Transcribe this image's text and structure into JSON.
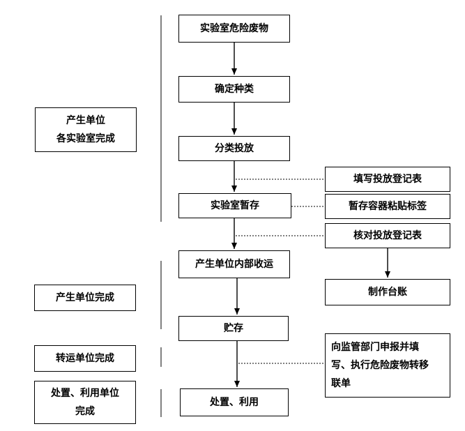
{
  "main_flow": [
    {
      "id": "waste",
      "label": "实验室危险废物"
    },
    {
      "id": "classify",
      "label": "确定种类"
    },
    {
      "id": "sort",
      "label": "分类投放"
    },
    {
      "id": "temp_store",
      "label": "实验室暂存"
    },
    {
      "id": "internal_transport",
      "label": "产生单位内部收运"
    },
    {
      "id": "storage",
      "label": "贮存"
    },
    {
      "id": "disposal",
      "label": "处置、利用"
    }
  ],
  "side_steps": {
    "fill_form": "填写投放登记表",
    "label_container": "暂存容器粘贴标签",
    "check_form": "核对投放登记表",
    "make_ledger": "制作台账",
    "report": "向监管部门申报并填\n写、执行危险废物转移\n联单"
  },
  "responsibility": {
    "producer_line1": "产生单位",
    "producer_line2": "各实验室完成",
    "producer_done": "产生单位完成",
    "transport_done": "转运单位完成",
    "disposal_line1": "处置、利用单位",
    "disposal_line2": "完成"
  }
}
